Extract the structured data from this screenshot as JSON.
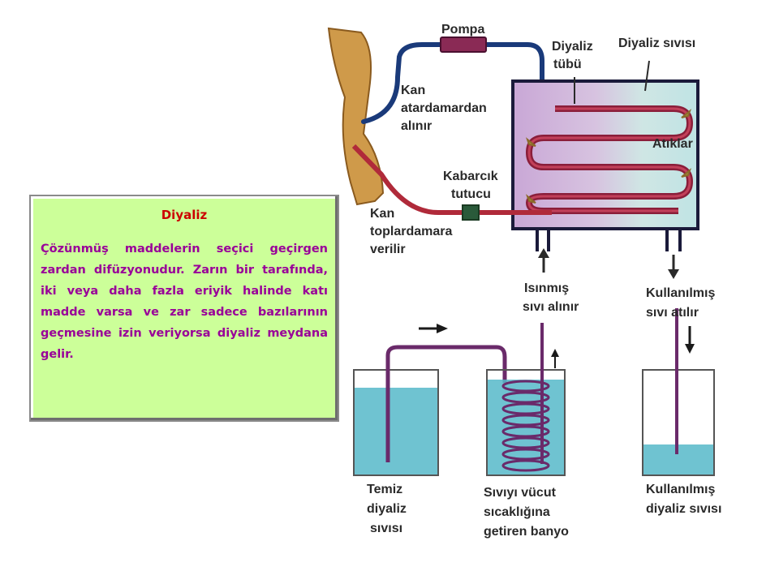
{
  "info": {
    "title": "Diyaliz",
    "text": "Çözünmüş maddelerin seçici geçirgen zardan difüzyonudur. Zarın bir tarafında, iki veya daha fazla eriyik halinde katı madde varsa ve zar sadece bazılarının geçmesine izin veriyorsa diyaliz meydana gelir."
  },
  "labels": {
    "pompa": "Pompa",
    "diyaliz_tubu_1": "Diyaliz",
    "diyaliz_tubu_2": "tübü",
    "diyaliz_sivisi": "Diyaliz sıvısı",
    "kan_atar_1": "Kan",
    "kan_atar_2": "atardamardan",
    "kan_atar_3": "alınır",
    "atiklar": "Atıklar",
    "kabarcik_1": "Kabarcık",
    "kabarcik_2": "tutucu",
    "kan_topl_1": "Kan",
    "kan_topl_2": "toplardamara",
    "kan_topl_3": "verilir",
    "isinmis_1": "Isınmış",
    "isinmis_2": "sıvı alınır",
    "kullanilmis_out_1": "Kullanılmış",
    "kullanilmis_out_2": "sıvı atılır",
    "temiz_1": "Temiz",
    "temiz_2": "diyaliz",
    "temiz_3": "sıvısı",
    "banyo_1": "Sıvıyı vücut",
    "banyo_2": "sıcaklığına",
    "banyo_3": "getiren banyo",
    "kullanilmis_sivi_1": "Kullanılmış",
    "kullanilmis_sivi_2": "diyaliz sıvısı"
  },
  "colors": {
    "box_background": "#ccff99",
    "title_color": "#cc0000",
    "text_color": "#990099",
    "blood_tube": "#b02a3a",
    "artery_tube": "#1a3a7a",
    "dialysis_fluid": "#56b9c9"
  }
}
